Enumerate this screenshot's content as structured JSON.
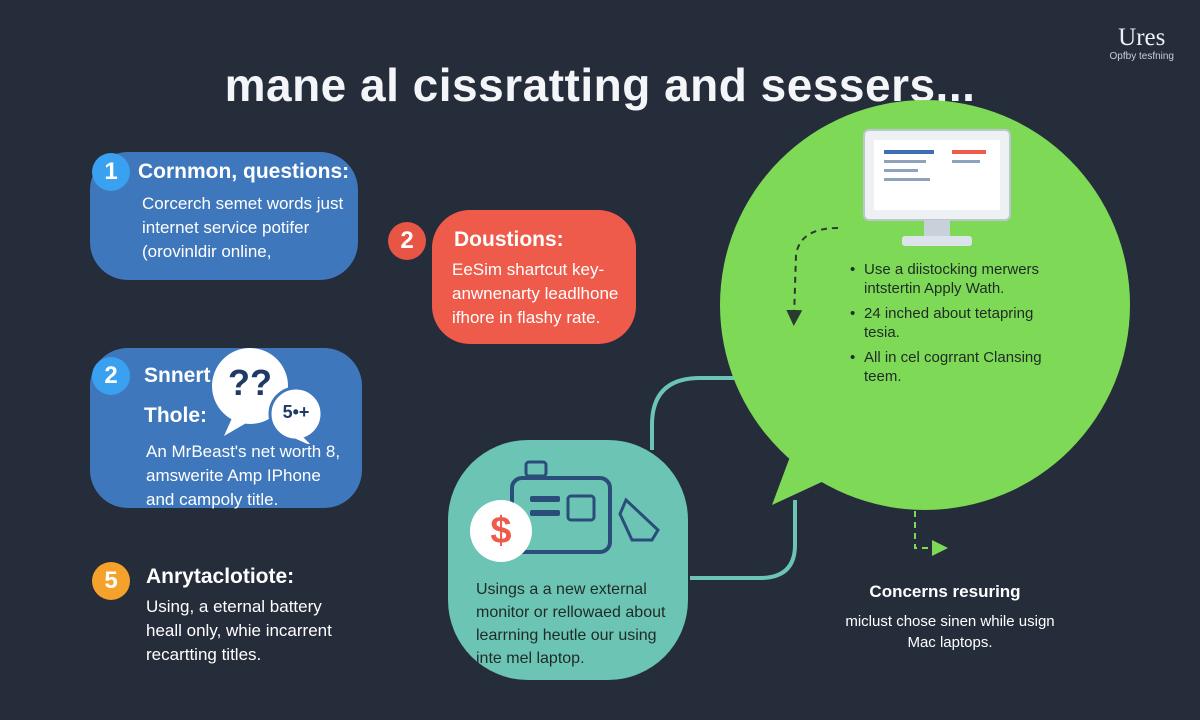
{
  "logo": {
    "word": "Ures",
    "tagline": "Opfby tesfning"
  },
  "title": "mane al cissratting and sessers...",
  "cards": {
    "common": {
      "number": "1",
      "heading": "Cornmon, questions:",
      "body": "Corcerch semet words just\ninternet service potifer\n(orovinldir online,"
    },
    "doustions": {
      "number": "2",
      "heading": "Doustions:",
      "body": "EeSim shartcut key-\nanwnenarty leadlhone\nifhore in flashy rate."
    },
    "snnert": {
      "number": "2",
      "heading_line1": "Snnert",
      "heading_line2": "Thole:",
      "bubble_big": "??",
      "bubble_small": "5•+",
      "body": "An MrBeast's net worth 8,\namswerite Amp IPhone\nand campoly title."
    },
    "anry": {
      "number": "5",
      "heading": "Anrytaclotiote:",
      "body": "Using, a eternal battery\nheall only, whie incarrent\nrecartting titles."
    }
  },
  "green_bubble": {
    "bullets": [
      "Use a diistocking merwers intstertin Apply Wath.",
      "24 inched about tetapring tesia.",
      "All in cel cogrrant Clansing teem."
    ]
  },
  "teal_card": {
    "icon_symbol": "$",
    "body": "Usings a a new external\nmonitor or rellowaed about\nlearrning heutle our using\ninte mel laptop."
  },
  "concerns": {
    "heading": "Concerns resuring",
    "body": "miclust chose sinen while usign\nMac laptops."
  },
  "colors": {
    "background": "#252c3a",
    "blue": "#3e77bc",
    "red": "#ef5b4a",
    "green": "#7ed957",
    "teal": "#6cc4b5",
    "orange": "#f5a22c"
  }
}
